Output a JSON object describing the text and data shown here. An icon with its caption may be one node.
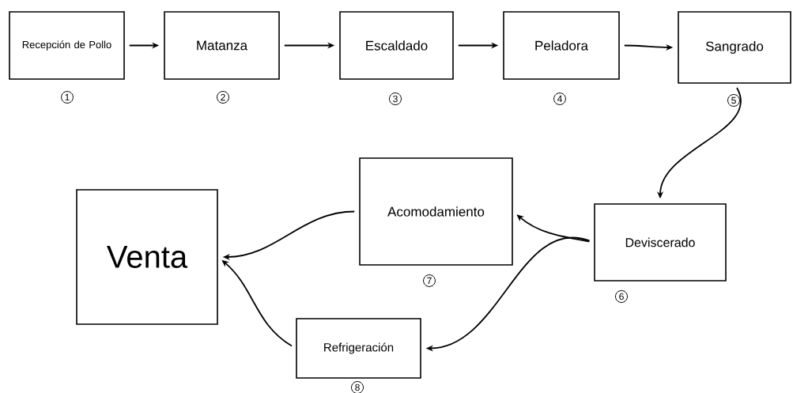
{
  "diagram": {
    "nodes": [
      {
        "text": [
          "Recepción de Pollo"
        ],
        "beside": [
          "1"
        ]
      },
      {
        "text": [
          "Matanza"
        ],
        "beside": [
          "2"
        ]
      },
      {
        "text": [
          "Escaldado"
        ],
        "beside": [
          "3"
        ]
      },
      {
        "text": [
          "Peladora"
        ],
        "beside": [
          "4"
        ]
      },
      {
        "text": [
          "Sangrado"
        ],
        "beside": [
          "5"
        ]
      },
      {
        "text": [
          "Deviscerado"
        ],
        "beside": [
          "6"
        ]
      },
      {
        "text": [
          "Acomodamiento"
        ],
        "beside": [
          "7"
        ]
      },
      {
        "text": [
          "Refrigeración"
        ],
        "beside": [
          "8"
        ]
      },
      {
        "text": [
          "Venta"
        ]
      }
    ],
    "edges": [
      {
        "from": 0,
        "to": 1,
        "arrow": "to"
      },
      {
        "from": 1,
        "to": 2,
        "arrow": "to"
      },
      {
        "from": 2,
        "to": 3,
        "arrow": "to"
      },
      {
        "from": 3,
        "to": 4,
        "arrow": "to"
      },
      {
        "from": 4,
        "to": 5,
        "arrow": "to"
      },
      {
        "from": 5,
        "to": 6,
        "arrow": "to"
      },
      {
        "from": 5,
        "to": 7,
        "arrow": "to"
      },
      {
        "from": 6,
        "to": 8,
        "arrow": "to"
      },
      {
        "from": 7,
        "to": 8,
        "arrow": "to"
      }
    ]
  }
}
